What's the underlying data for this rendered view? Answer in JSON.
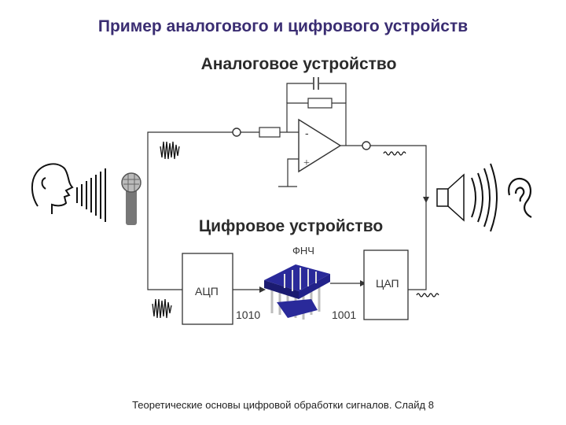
{
  "title": "Пример аналогового и цифрового устройств",
  "analog_title": "Аналоговое устройство",
  "digital_title": "Цифровое устройство",
  "filter_label": "ФНЧ",
  "adc_label": "АЦП",
  "dac_label": "ЦАП",
  "code_in": "1010",
  "code_out": "1001",
  "footer": "Теоретические основы цифровой обработки сигналов. Слайд 8",
  "colors": {
    "title": "#3a2d72",
    "chip": "#2a2a9a",
    "pins": "#c8c8c8"
  }
}
